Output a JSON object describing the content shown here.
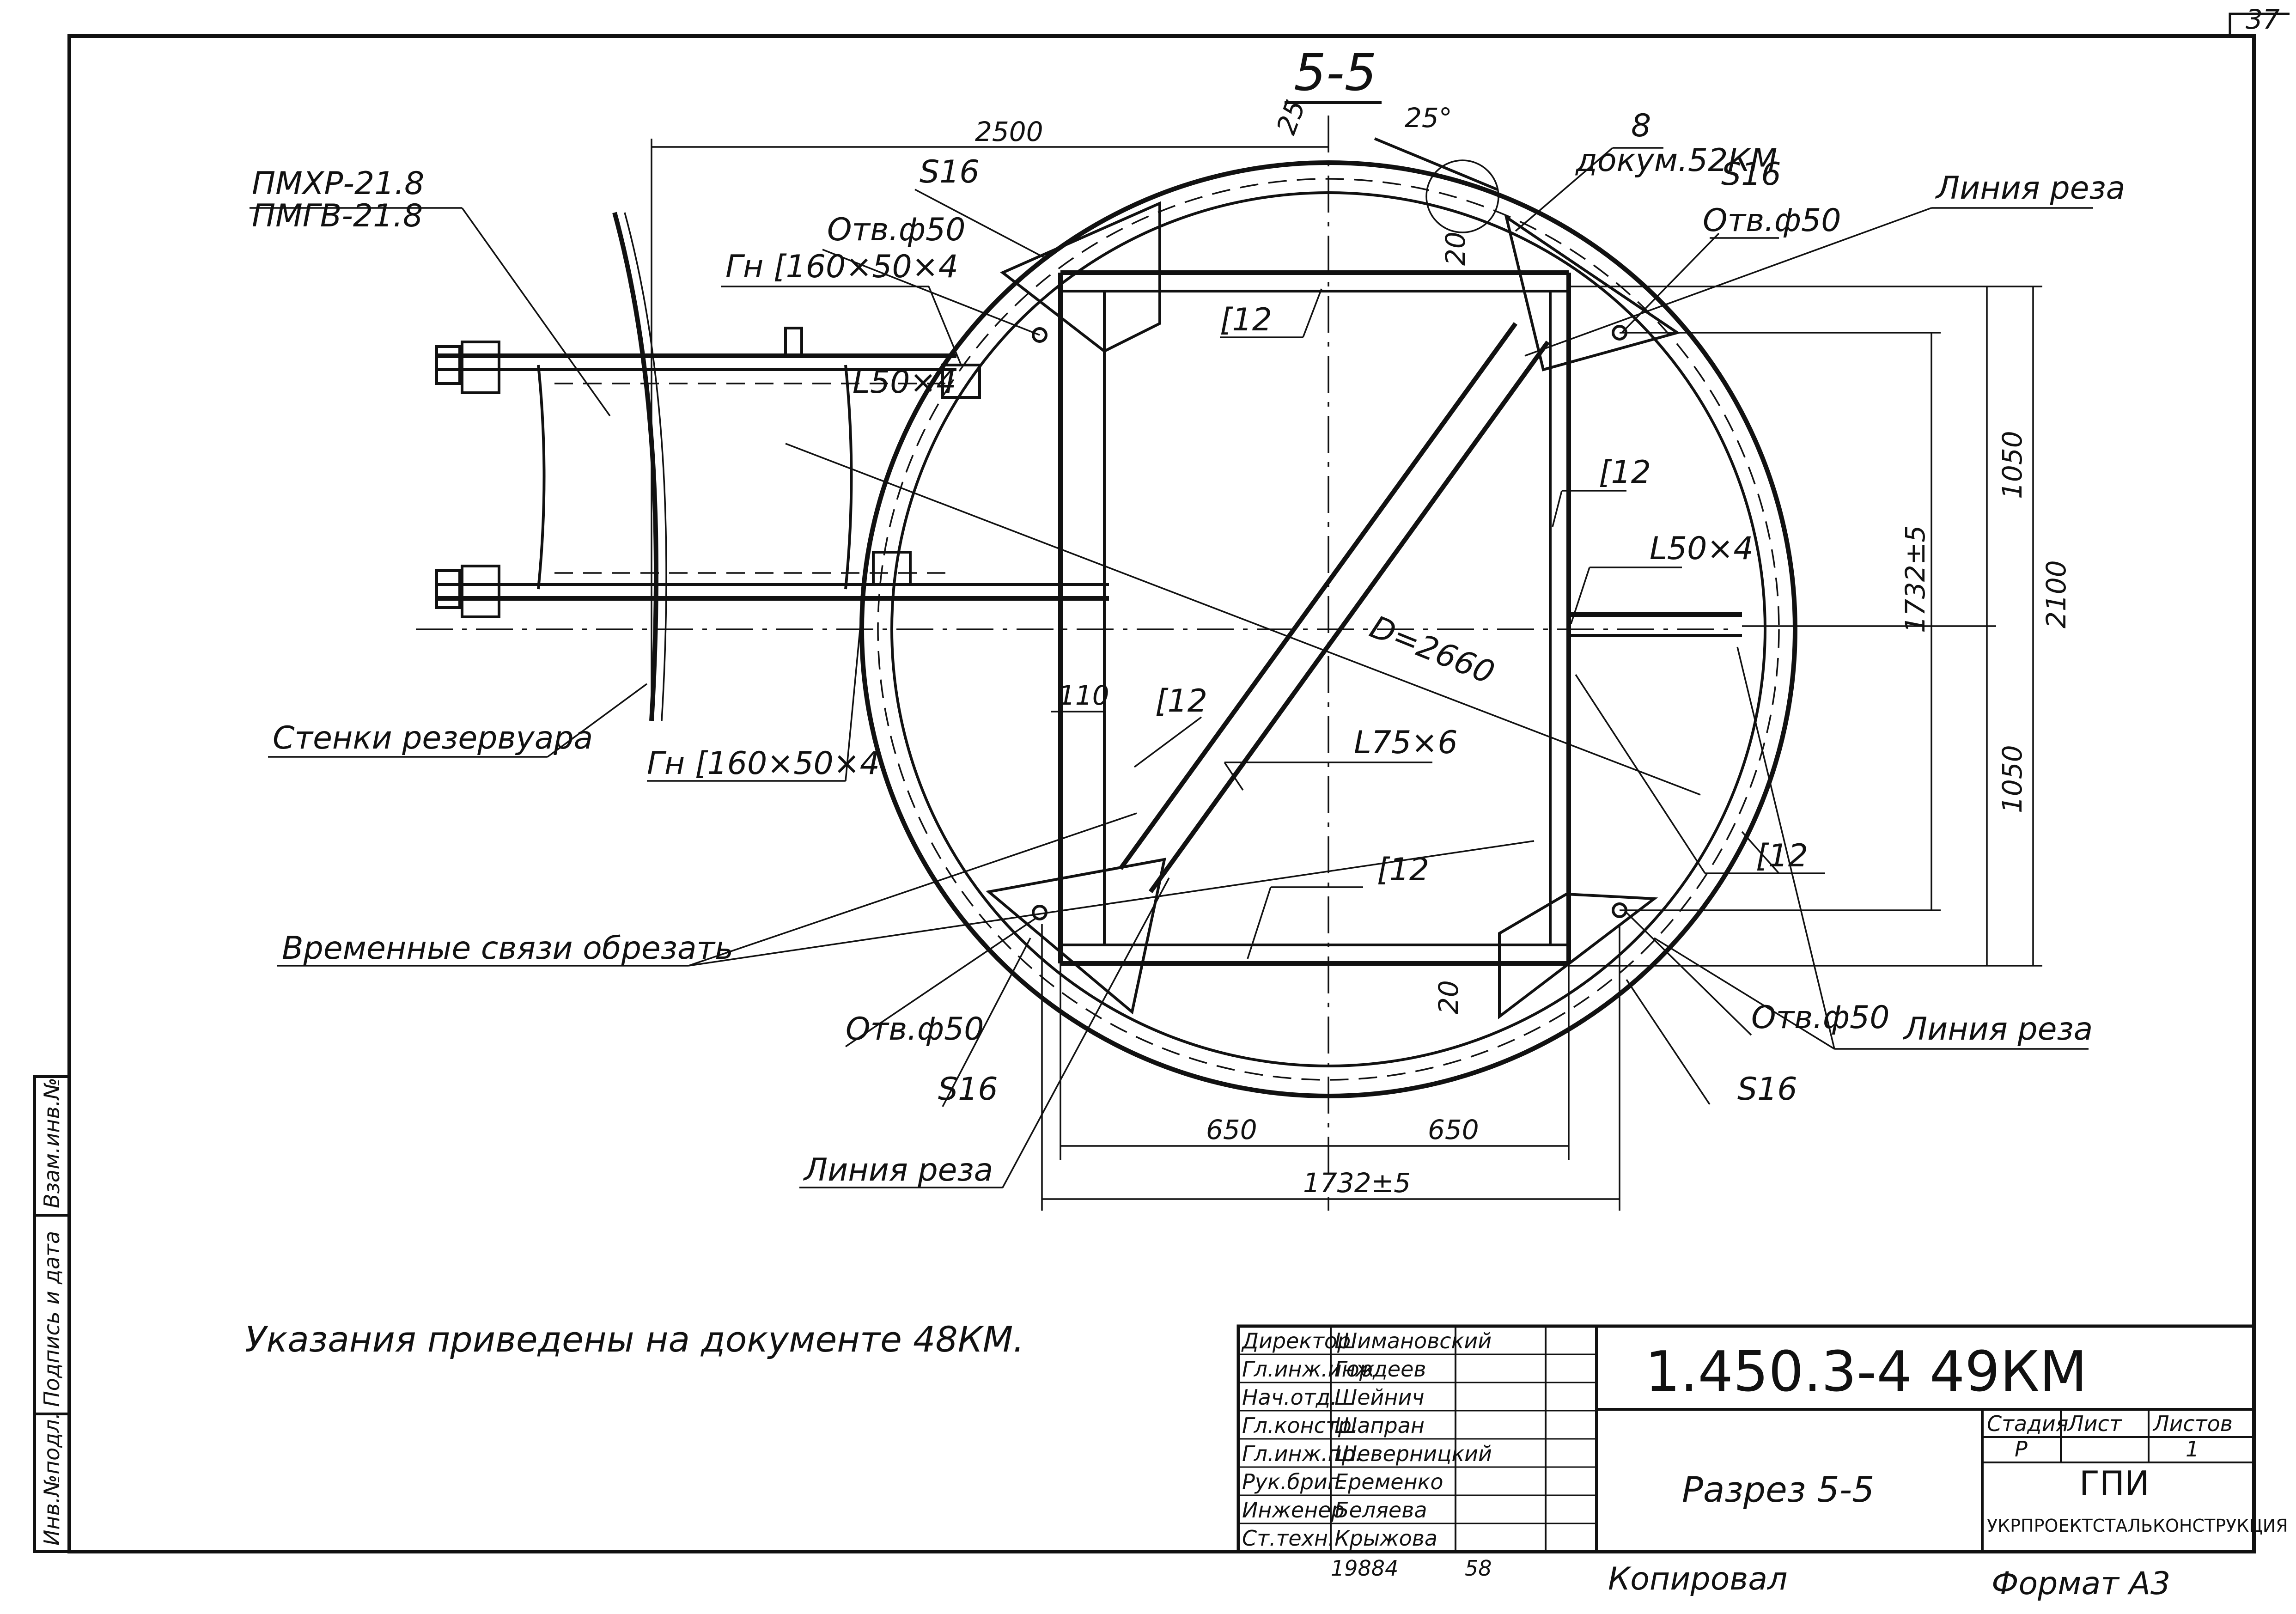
{
  "corner_number": "37",
  "section_title": "5-5",
  "labels": {
    "pmxr": "ПМХР-21.8",
    "pmgv": "ПМГВ-21.8",
    "gn_top": "Гн [160×50×4",
    "gn_bottom": "Гн [160×50×4",
    "angle_small": "L50×4",
    "angle_right": "L50×4",
    "tank_walls": "Стенки резервуара",
    "temp_links": "Временные связи обрезать",
    "cut_line_tr": "Линия реза",
    "cut_line_br": "Линия реза",
    "cut_line_bl": "Линия реза",
    "s16_tl": "S16",
    "s16_tr": "S16",
    "s16_bl": "S16",
    "s16_br": "S16",
    "hole_tl": "Отв.ф50",
    "hole_tr": "Отв.ф50",
    "hole_bl": "Отв.ф50",
    "hole_br": "Отв.ф50",
    "c12_top": "[12",
    "c12_right": "[12",
    "c12_left": "[12",
    "c12_bottom": "[12",
    "c12_ring": "[12",
    "l75": "L75×6",
    "diameter": "D=2660",
    "doc_ref_num": "8",
    "doc_ref": "докум.52КМ",
    "note": "Указания приведены на документе 48КМ."
  },
  "dimensions": {
    "d2500": "2500",
    "d25": "25",
    "a25": "25°",
    "d20_top": "20",
    "d20_bottom": "20",
    "d110": "110",
    "d1050_top": "1050",
    "d1050_bottom": "1050",
    "d2100": "2100",
    "d1732_v": "1732±5",
    "d650_left": "650",
    "d650_right": "650",
    "d1732_h": "1732±5"
  },
  "side_stamp": {
    "inv_podl": "Инв.№подл.",
    "podp_data": "Подпись и дата",
    "vzam_inv": "Взам.инв.№"
  },
  "title_block": {
    "doc_code": "1.450.3-4 49КМ",
    "sheet_name": "Разрез 5-5",
    "stage_h": "Стадия",
    "sheet_h": "Лист",
    "sheets_h": "Листов",
    "stage": "Р",
    "sheet_total": "1",
    "org": "ГПИ",
    "org_full": "УКРПРОЕКТСТАЛЬКОНСТРУКЦИЯ",
    "roles": [
      "Директор",
      "Гл.инж.инж",
      "Нач.отд.",
      "Гл.констр.",
      "Гл.инж.пр.",
      "Рук.бриг.",
      "Инженер",
      "Ст.техн."
    ],
    "names": [
      "Шимановский",
      "Гордеев",
      "Шейнич",
      "Шапран",
      "Шеверницкий",
      "Еременко",
      "Беляева",
      "Крыжова"
    ],
    "below_num": "19884",
    "below_num2": "58",
    "copied": "Копировал",
    "format": "Формат А3"
  }
}
